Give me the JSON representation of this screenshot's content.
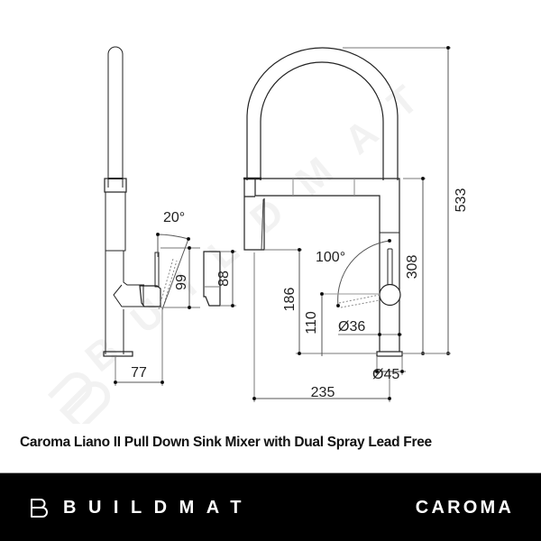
{
  "drawing": {
    "watermark": "BUILDMAT",
    "side_view": {
      "lever_angle": "20°",
      "lever_height": "99",
      "handle_height": "88",
      "handle_reach": "77"
    },
    "front_view": {
      "overall_height": "533",
      "body_height": "308",
      "spout_clearance": "186",
      "lever_height": "110",
      "lever_rotation": "100°",
      "lever_diameter": "Ø36",
      "base_diameter": "Ø45",
      "spout_reach": "235"
    }
  },
  "title": "Caroma Liano II Pull Down Sink Mixer with Dual Spray Lead Free",
  "footer": {
    "left_brand": "BUILDMAT",
    "left_brand_icon": "buildmat-logo-icon",
    "right_brand": "CAROMA",
    "background": "#000000",
    "text_color": "#ffffff"
  }
}
